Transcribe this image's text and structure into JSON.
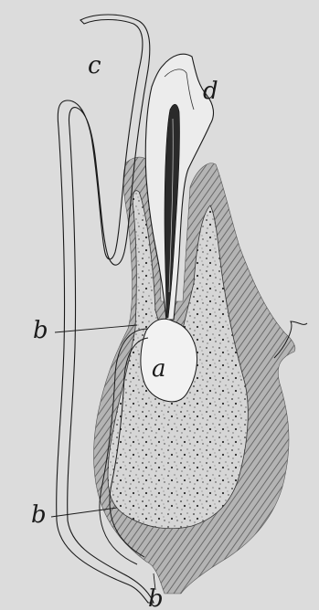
{
  "figure": {
    "labels": {
      "a": "a",
      "b_upper": "b",
      "b_lower": "b",
      "b_bottom": "b",
      "c": "c",
      "d": "d"
    }
  },
  "colors": {
    "paper": "#dcdcdc",
    "ink": "#1a1a1a",
    "stipple_fill": "#d6d6d6",
    "hatch_fill": "#9a9a9a"
  }
}
